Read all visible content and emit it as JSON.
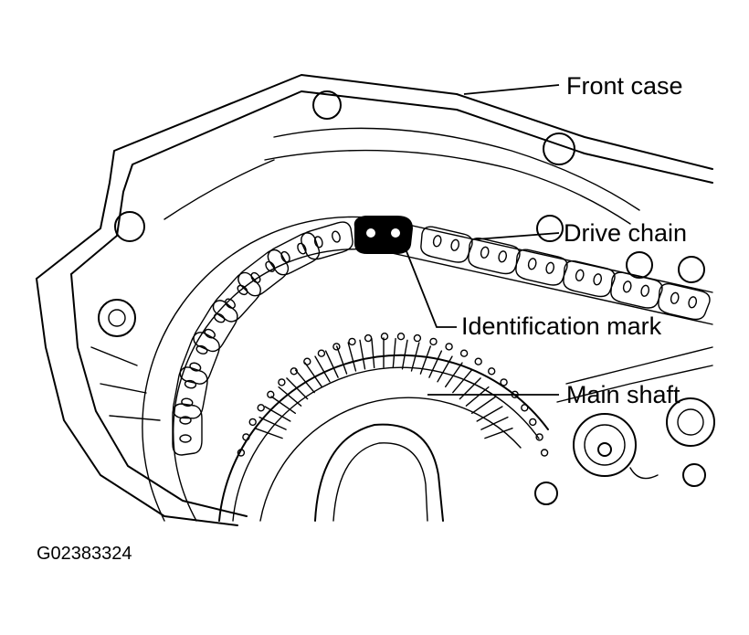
{
  "labels": {
    "front_case": "Front case",
    "drive_chain": "Drive chain",
    "identification_mark": "Identification mark",
    "main_shaft": "Main shaft"
  },
  "figure_code": "G02383324",
  "colors": {
    "line": "#000000",
    "background": "#ffffff"
  }
}
